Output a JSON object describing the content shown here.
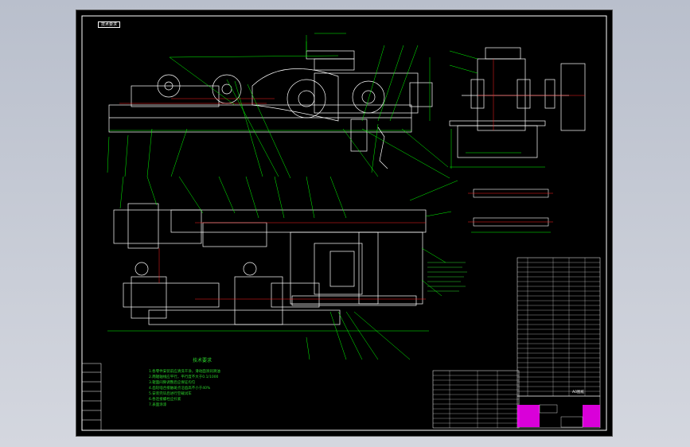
{
  "sheet": {
    "corner_tag": "技术要求",
    "notes_title": "技术要求",
    "notes": [
      "1.各零件安装前应清洗干净，滑动面涂润滑油",
      "2.两辊轴线应平行，平行度不大于0.1/1000",
      "3.辊面间隙调整后应保证均匀",
      "4.齿轮啮合接触斑点沿齿高不小于40%",
      "5.安装完毕后进行空载试车",
      "6.各连接螺栓应拧紧",
      "7.表面涂漆"
    ],
    "scale_label": "A0图纸"
  },
  "colors": {
    "background": "#000000",
    "outline": "#ffffff",
    "dimension": "#00ff00",
    "table_highlight": "#ff00ff",
    "leader": "#00ff00",
    "hidden": "#ff2020"
  }
}
